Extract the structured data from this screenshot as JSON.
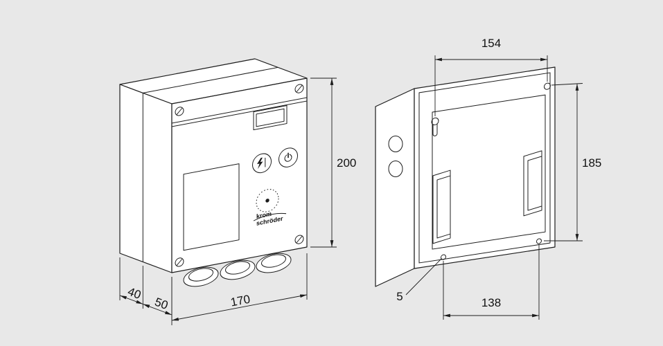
{
  "background": "#e8e8e8",
  "line_color": "#1c1c1c",
  "views": {
    "front": {
      "description": "isometric front view of control unit",
      "logo": {
        "line1": "krom",
        "line2": "schröder"
      },
      "dims": {
        "height": "200",
        "width": "170",
        "depth_rear": "40",
        "depth_front": "50"
      }
    },
    "rear": {
      "description": "open rear housing view with mounting holes",
      "dims": {
        "top_hole_spacing": "154",
        "side_hole_spacing": "185",
        "bottom_hole_spacing": "138",
        "hole_diameter": "5"
      }
    }
  }
}
